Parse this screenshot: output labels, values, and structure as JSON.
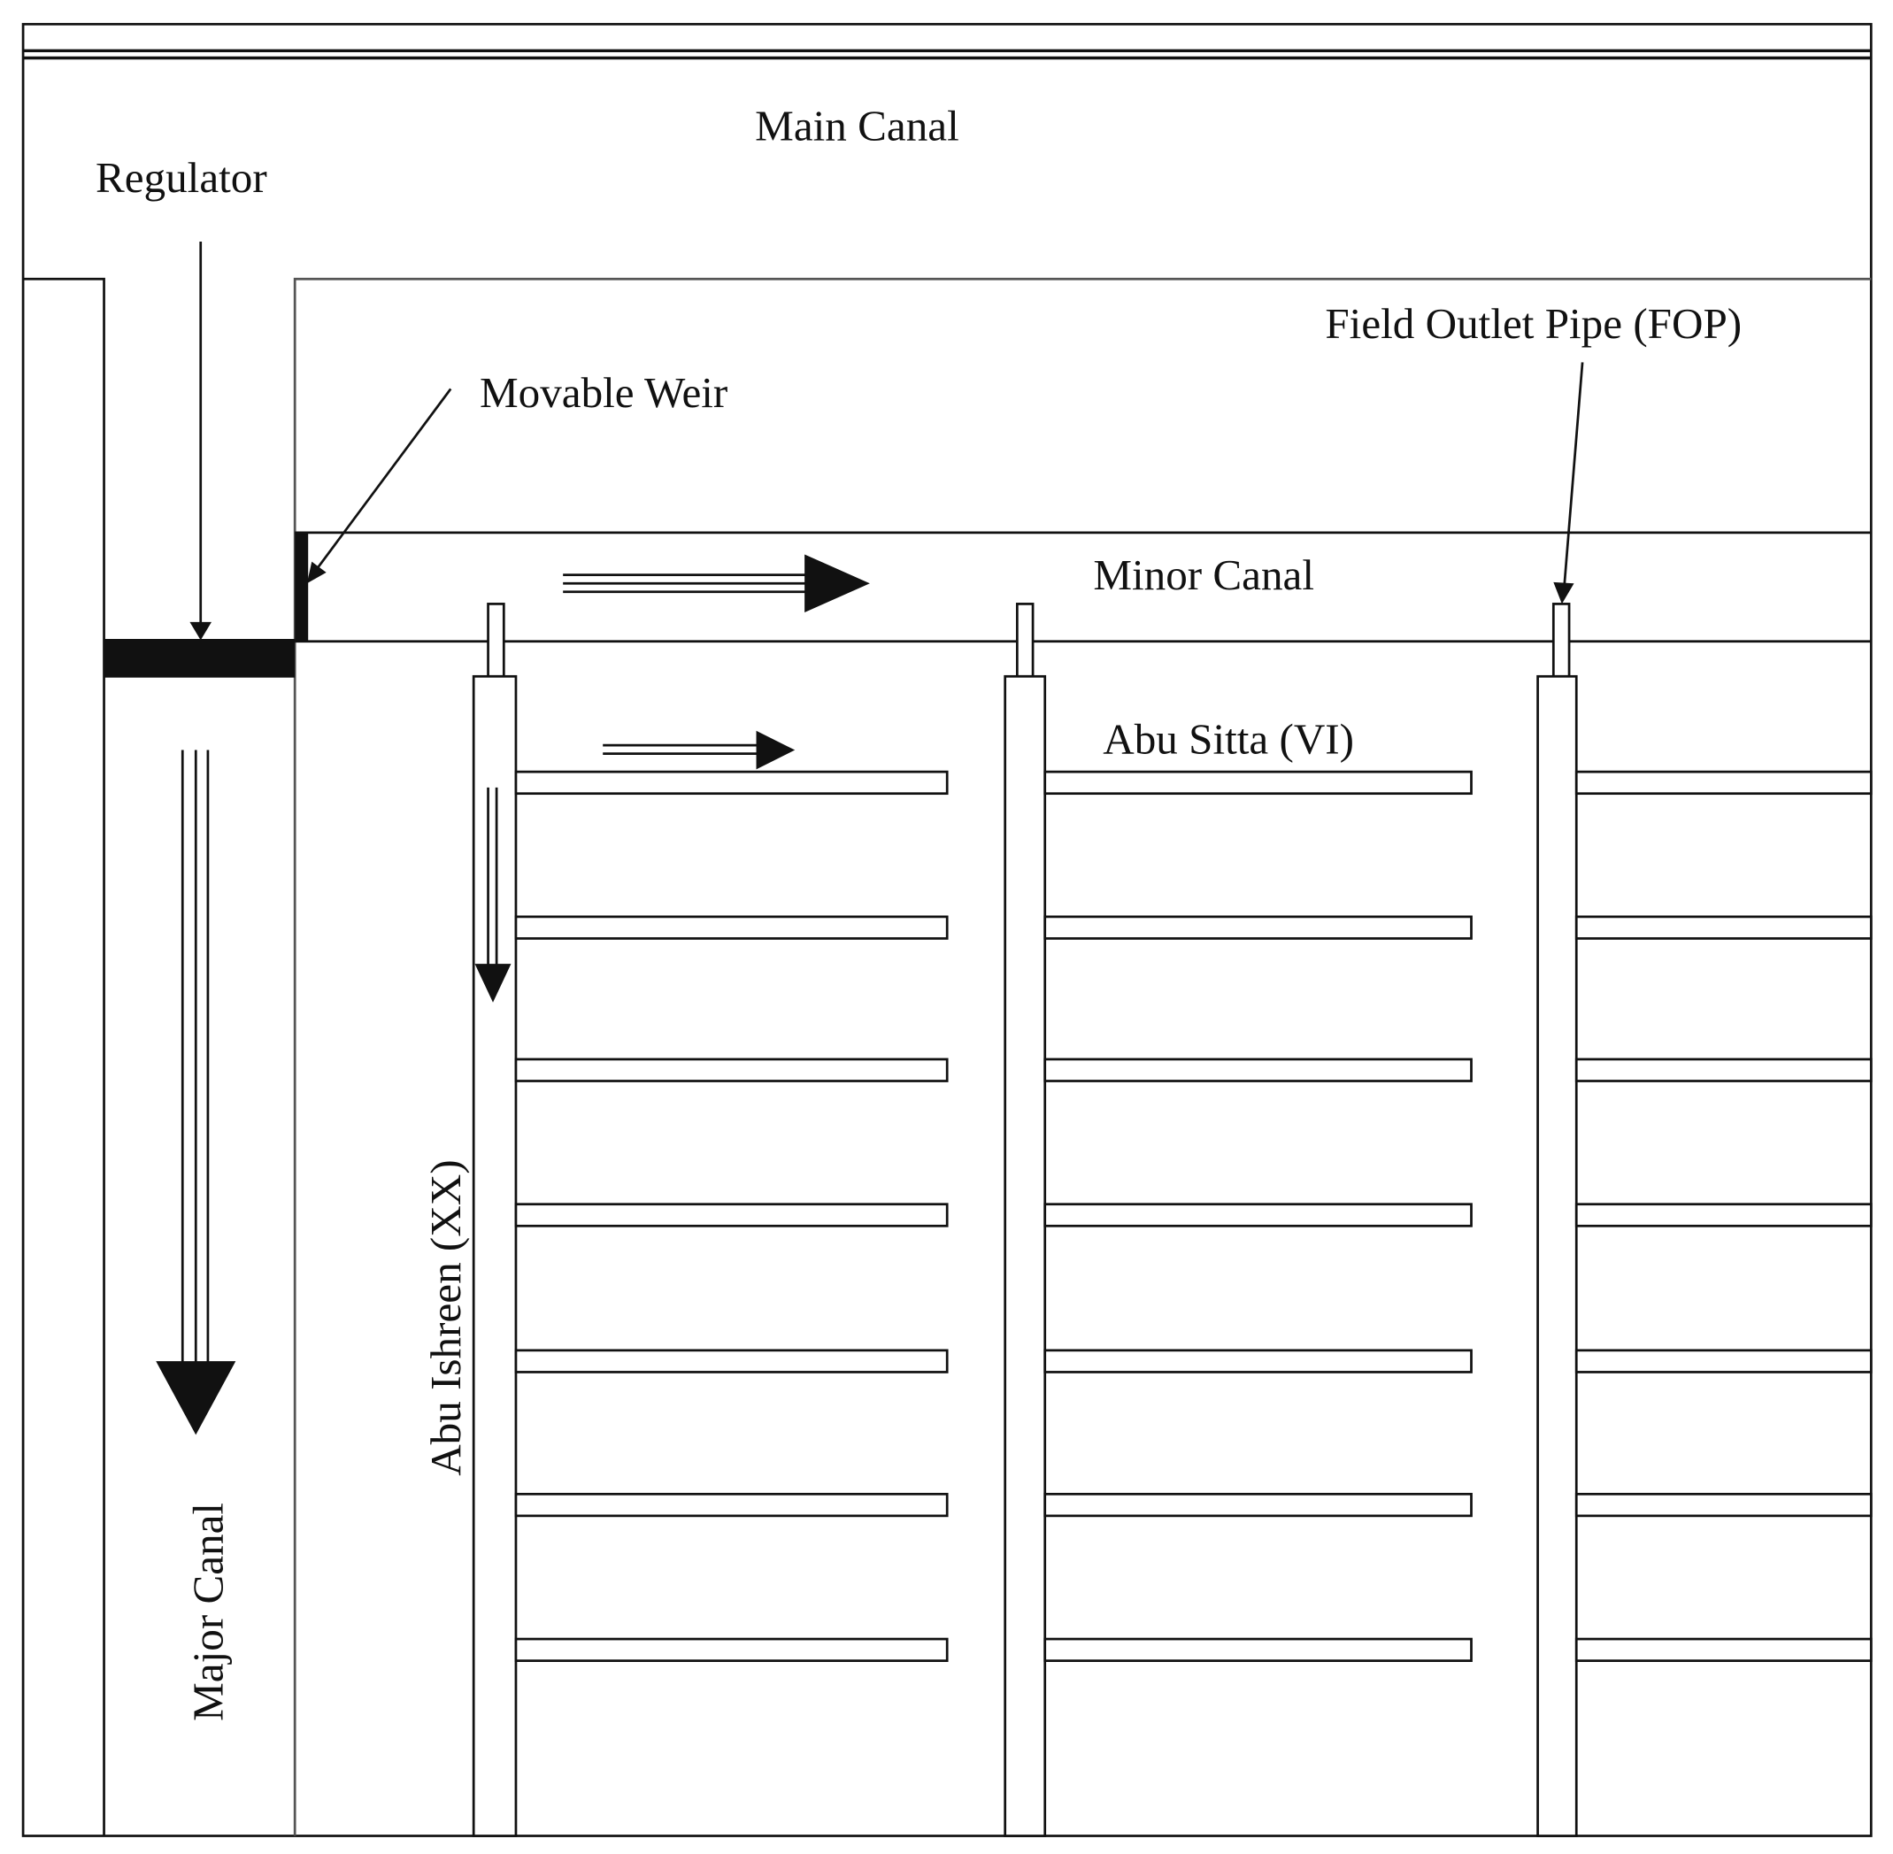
{
  "labels": {
    "main_canal": "Main Canal",
    "regulator": "Regulator",
    "movable_weir": "Movable Weir",
    "field_outlet_pipe": "Field Outlet Pipe (FOP)",
    "minor_canal": "Minor Canal",
    "abu_sitta": "Abu Sitta (VI)",
    "abu_ishreen": "Abu Ishreen (XX)",
    "major_canal": "Major Canal"
  },
  "colors": {
    "line": "#111111",
    "background": "#ffffff"
  }
}
